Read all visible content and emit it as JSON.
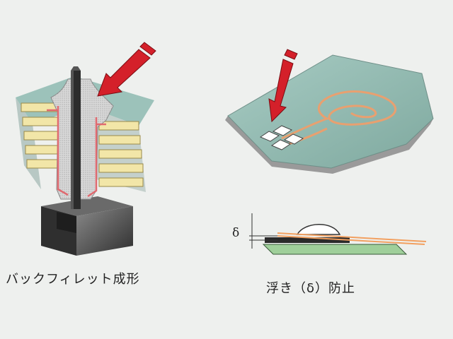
{
  "left_panel": {
    "caption": "バックフィレット成形"
  },
  "right_panel": {
    "caption": "浮き（δ）防止",
    "gap_symbol": "δ"
  },
  "colors": {
    "arrow": "#d4202a",
    "copper_trace": "#e8a070",
    "solder_gray": "#c8c8c8",
    "board_teal": "#8fb8b0",
    "lead_yellow": "#f2e6a8",
    "base_dark": "#4a4a4a"
  }
}
